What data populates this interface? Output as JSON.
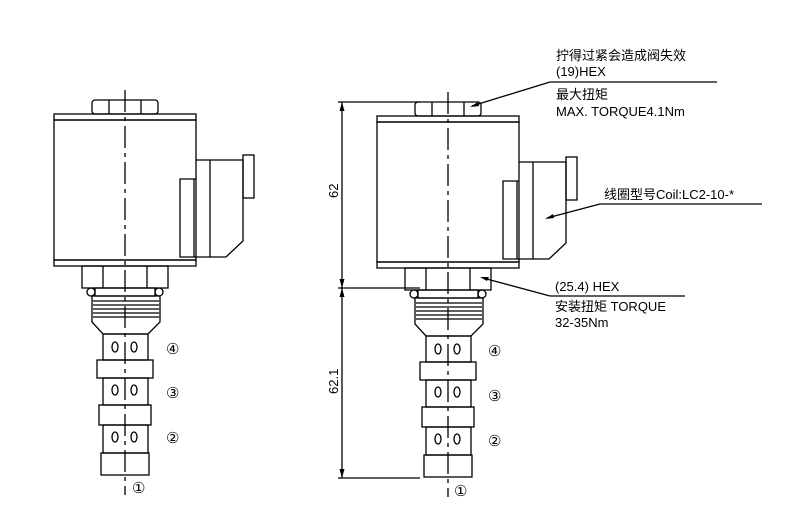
{
  "annotations": {
    "hex_top_warning": "拧得过紧会造成阀失效",
    "hex_top_size": "(19)HEX",
    "max_torque_cn": "最大扭矩",
    "max_torque_en": "MAX. TORQUE4.1Nm",
    "coil_model": "线圈型号Coil:LC2-10-*",
    "hex_bottom_size": "(25.4) HEX",
    "install_torque": "安装扭矩  TORQUE",
    "install_torque_value": "32-35Nm"
  },
  "dimensions": {
    "coil_height": "62",
    "cartridge_length": "62.1"
  },
  "ports": {
    "p1": "①",
    "p2": "②",
    "p3": "③",
    "p4": "④"
  }
}
